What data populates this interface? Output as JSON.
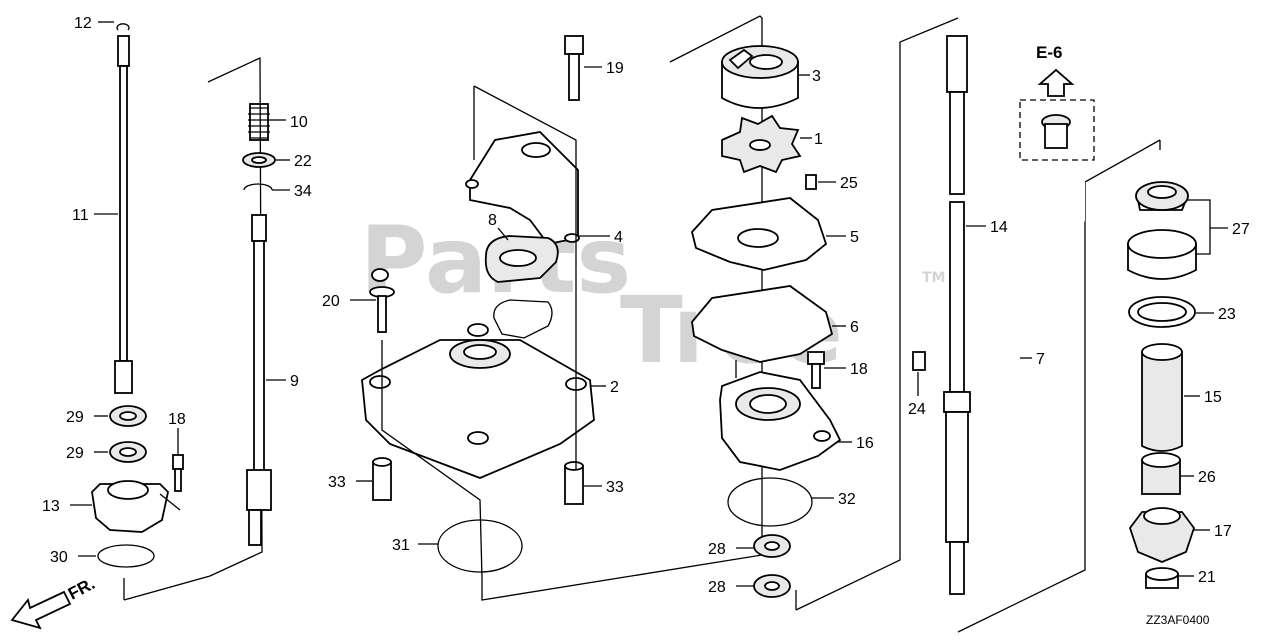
{
  "watermark": {
    "line1": "Parts",
    "line2": "Tree",
    "mark": "TM"
  },
  "diagram": {
    "ref_code": "E-6",
    "drawing_number": "ZZ3AF0400",
    "front_label": "FR.",
    "callouts": [
      "12",
      "11",
      "29",
      "29",
      "13",
      "30",
      "18",
      "10",
      "22",
      "34",
      "9",
      "19",
      "8",
      "4",
      "20",
      "2",
      "33",
      "33",
      "31",
      "3",
      "1",
      "25",
      "5",
      "6",
      "18",
      "16",
      "32",
      "28",
      "28",
      "14",
      "24",
      "7",
      "27",
      "23",
      "15",
      "26",
      "17",
      "21"
    ]
  }
}
